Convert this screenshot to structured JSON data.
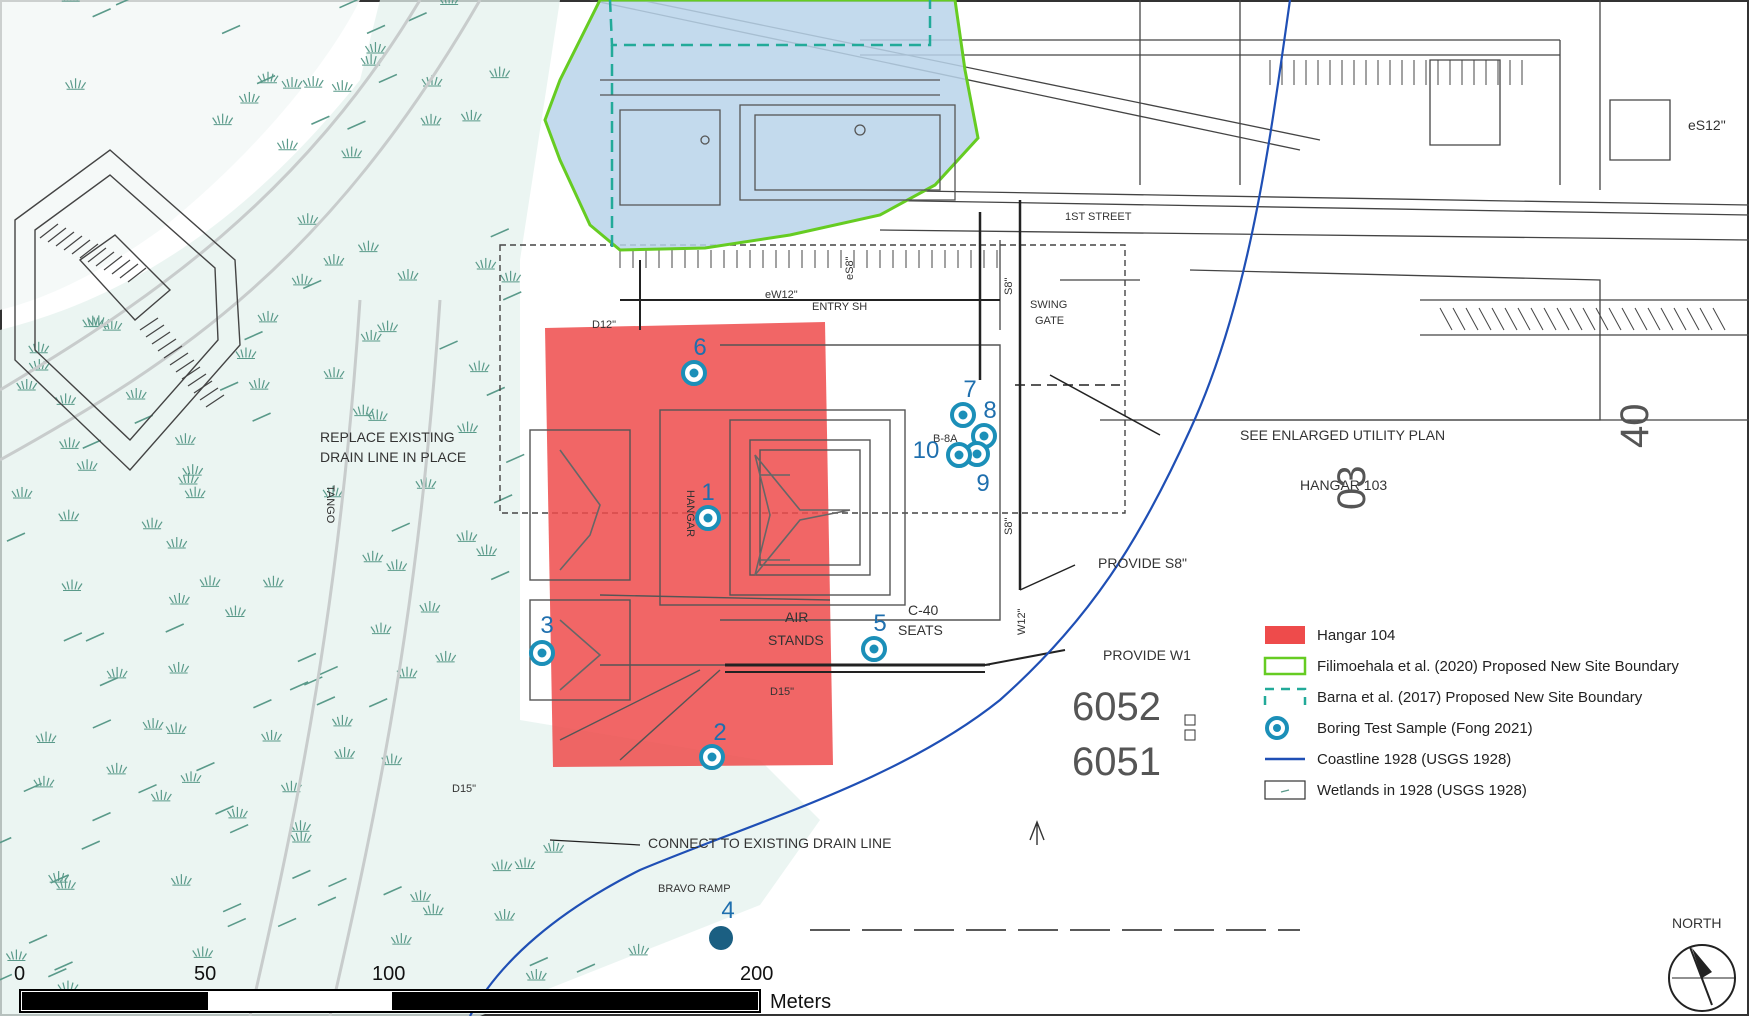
{
  "colors": {
    "hangar104": "#ee4b4b",
    "filimoehala": "#66cc22",
    "barna": "#22aa99",
    "boring": "#1b8fb8",
    "coastline": "#1f4fb5",
    "wetlands": "#5a9a8a",
    "label_blue": "#1f6fae"
  },
  "plan_labels": {
    "replace_1": "REPLACE EXISTING",
    "replace_2": "DRAIN LINE IN PLACE",
    "see_enlarged": "SEE ENLARGED UTILITY PLAN",
    "hangar_103": "HANGAR 103",
    "provide_s8": "PROVIDE S8\"",
    "provide_w1": "PROVIDE W1",
    "connect": "CONNECT TO EXISTING DRAIN LINE",
    "bravo_ramp": "BRAVO RAMP",
    "street": "1ST STREET",
    "swing_gate_1": "SWING",
    "swing_gate_2": "GATE",
    "air_stands_1": "AIR",
    "air_stands_2": "STANDS",
    "c40_1": "C-40",
    "c40_2": "SEATS",
    "hangar_104_vert": "HANGAR",
    "ew12": "eW12\"",
    "d15": "D15\"",
    "d15b": "D15\"",
    "s8": "S8\"",
    "s8b": "S8\"",
    "w12": "W12\"",
    "es12": "eS12\"",
    "es8": "eS8\"",
    "d12": "D12\"",
    "entry": "ENTRY SH",
    "tango": "TANGO",
    "b8a": "B-8A",
    "n6052": "6052",
    "n6051": "6051",
    "n03": "03",
    "n40": "40",
    "north": "NORTH"
  },
  "borings": [
    {
      "label": "1"
    },
    {
      "label": "2"
    },
    {
      "label": "3"
    },
    {
      "label": "4"
    },
    {
      "label": "5"
    },
    {
      "label": "6"
    },
    {
      "label": "7"
    },
    {
      "label": "8"
    },
    {
      "label": "9"
    },
    {
      "label": "10"
    }
  ],
  "legend": [
    {
      "key": "hangar104",
      "label": "Hangar 104"
    },
    {
      "key": "filimoehala",
      "label": "Filimoehala et al. (2020) Proposed New Site Boundary"
    },
    {
      "key": "barna",
      "label": "Barna et al. (2017) Proposed New Site Boundary"
    },
    {
      "key": "boring",
      "label": "Boring Test Sample (Fong 2021)"
    },
    {
      "key": "coastline",
      "label": "Coastline 1928 (USGS 1928)"
    },
    {
      "key": "wetlands",
      "label": "Wetlands in 1928 (USGS 1928)"
    }
  ],
  "scale_bar": {
    "ticks": [
      "0",
      "50",
      "100",
      "200"
    ],
    "unit": "Meters"
  }
}
